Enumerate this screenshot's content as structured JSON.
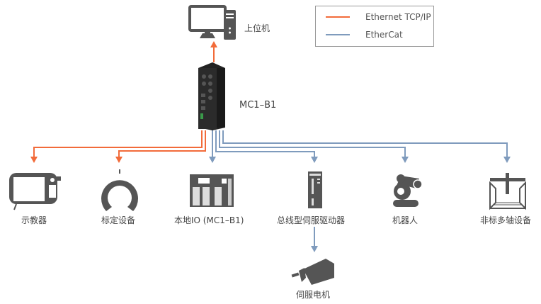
{
  "colors": {
    "ethernet": "#f26b3a",
    "ethercat": "#7f9bbd",
    "icon": "#555555"
  },
  "legend": {
    "items": [
      {
        "label": "Ethernet TCP/IP",
        "color": "#f26b3a"
      },
      {
        "label": "EtherCat",
        "color": "#7f9bbd"
      }
    ]
  },
  "nodes": {
    "host": "上位机",
    "controller": "MC1–B1",
    "teach_pendant": "示教器",
    "calibration": "标定设备",
    "local_io": "本地IO (MC1–B1)",
    "servo_drive": "总线型伺服驱动器",
    "robot": "机器人",
    "multi_axis": "非标多轴设备",
    "servo_motor": "伺服电机"
  }
}
